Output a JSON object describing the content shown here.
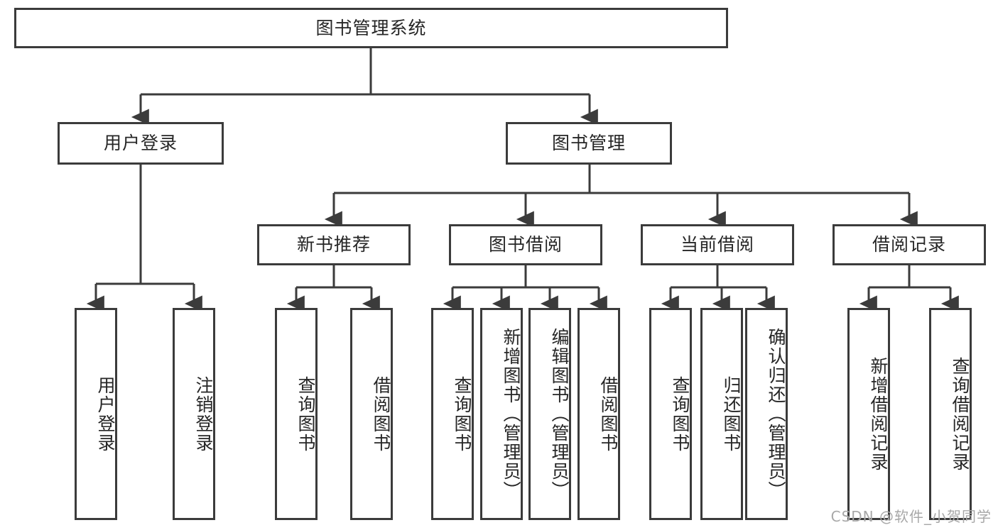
{
  "diagram": {
    "type": "tree-hierarchy",
    "title": "图书管理系统",
    "orientation": "top-down",
    "colors": {
      "node_border": "#3b3b3b",
      "node_fill": "#ffffff",
      "edge": "#3b3b3b",
      "text": "#262626",
      "watermark": "#a8a8a8",
      "background": "#ffffff"
    },
    "root": {
      "id": "root",
      "label": "图书管理系统"
    },
    "level2": [
      {
        "id": "user-login",
        "label": "用户登录"
      },
      {
        "id": "book-manage",
        "label": "图书管理"
      }
    ],
    "level3": [
      {
        "id": "new-book-recommend",
        "label": "新书推荐"
      },
      {
        "id": "book-borrow",
        "label": "图书借阅"
      },
      {
        "id": "current-borrow",
        "label": "当前借阅"
      },
      {
        "id": "borrow-record",
        "label": "借阅记录"
      }
    ],
    "leaves": {
      "user_login": [
        {
          "id": "leaf-user-login",
          "label": "用户登录"
        },
        {
          "id": "leaf-logout-login",
          "label": "注销登录"
        }
      ],
      "new_book_recommend": [
        {
          "id": "leaf-query-book-1",
          "label": "查询图书"
        },
        {
          "id": "leaf-borrow-book-1",
          "label": "借阅图书"
        }
      ],
      "book_borrow": [
        {
          "id": "leaf-query-book-2",
          "label": "查询图书"
        },
        {
          "id": "leaf-add-book",
          "label": "新增图书（管理员）"
        },
        {
          "id": "leaf-edit-book",
          "label": "编辑图书（管理员）"
        },
        {
          "id": "leaf-borrow-book-2",
          "label": "借阅图书"
        }
      ],
      "current_borrow": [
        {
          "id": "leaf-query-book-3",
          "label": "查询图书"
        },
        {
          "id": "leaf-return-book",
          "label": "归还图书"
        },
        {
          "id": "leaf-confirm-return",
          "label": "确认归还（管理员）"
        }
      ],
      "borrow_record": [
        {
          "id": "leaf-add-record",
          "label": "新增借阅记录"
        },
        {
          "id": "leaf-query-record",
          "label": "查询借阅记录"
        }
      ]
    }
  },
  "watermark": {
    "text": "CSDN @软件_小贺同学"
  }
}
